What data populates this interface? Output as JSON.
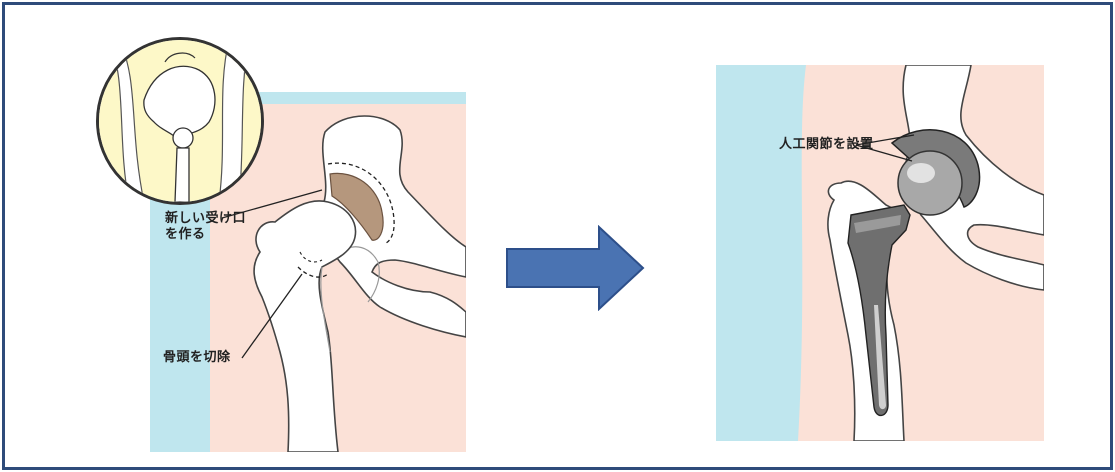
{
  "labels": {
    "new_socket_line1": "新しい受け口",
    "new_socket_line2": "を作る",
    "cut_head": "骨頭を切除",
    "implant": "人工関節を設置"
  },
  "colors": {
    "frame": "#2e4b7a",
    "skin": "#fbe1d7",
    "water": "#bfe6ee",
    "inset_bg": "#fdf8c8",
    "arrow": "#4a73b2",
    "arrow_border": "#2d4f8a",
    "bone": "#ffffff",
    "bone_shadow": "#c9c9c9",
    "cartilage": "#b5977d",
    "metal": "#888888"
  },
  "icons": [
    "hip-inset-icon",
    "arrow-right-icon"
  ]
}
